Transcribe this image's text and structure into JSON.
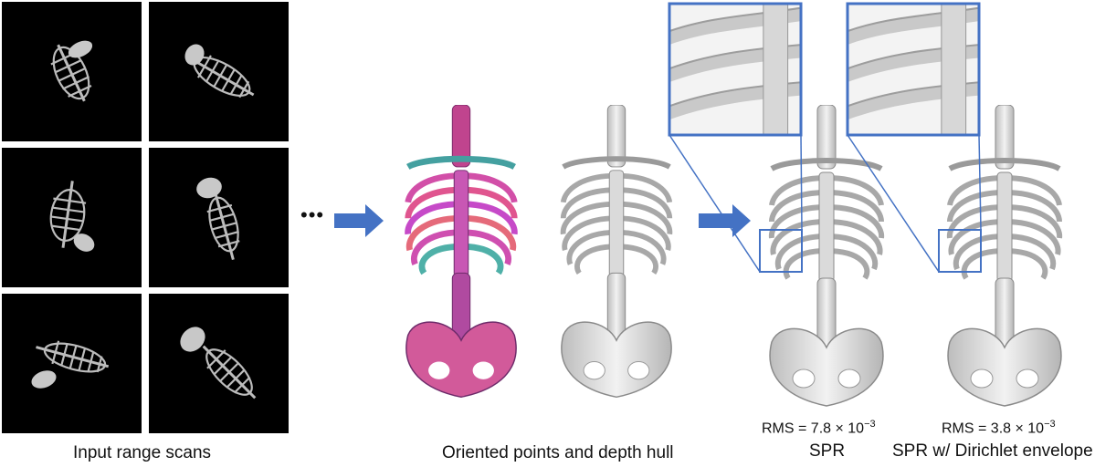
{
  "captions": {
    "input": "Input range scans",
    "oriented": "Oriented points and depth hull",
    "spr": "SPR",
    "spr_dirichlet": "SPR w/ Dirichlet envelope"
  },
  "metrics": {
    "spr_rms_prefix": "RMS = 7.8 × 10",
    "spr_rms_exp": "−3",
    "dir_rms_prefix": "RMS = 3.8 × 10",
    "dir_rms_exp": "−3"
  },
  "ellipsis": "•••",
  "colors": {
    "arrow": "#4472c4",
    "zoom_box": "#4472c4",
    "bone": "#d4d4d4",
    "bone_edge": "#8a8a8a"
  }
}
